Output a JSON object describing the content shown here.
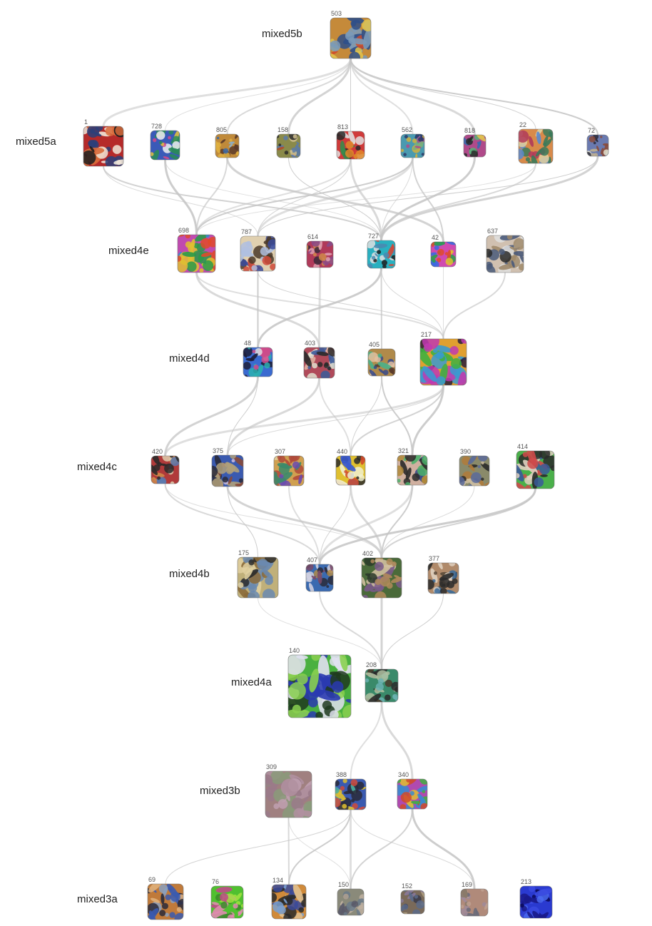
{
  "layers": [
    {
      "name": "mixed5b",
      "units": [
        {
          "id": "503",
          "palette": [
            "#c58a3a",
            "#2e4f8a",
            "#e2c34c",
            "#d04a2a",
            "#7a9ab8"
          ]
        }
      ]
    },
    {
      "name": "mixed5a",
      "units": [
        {
          "id": "1",
          "palette": [
            "#b52a2a",
            "#f0e6d8",
            "#2a3f7a",
            "#1e1e1e",
            "#d86a3a"
          ]
        },
        {
          "id": "728",
          "palette": [
            "#3a5ab8",
            "#e0c040",
            "#d04a8a",
            "#2a8a5a",
            "#f0f0f0"
          ]
        },
        {
          "id": "805",
          "palette": [
            "#c08a3a",
            "#3a6aa8",
            "#e0b040",
            "#5a3a2a",
            "#8ab0d0"
          ]
        },
        {
          "id": "158",
          "palette": [
            "#8a8a4a",
            "#2a2a2a",
            "#d0c090",
            "#5a7aa8",
            "#b04a2a"
          ]
        },
        {
          "id": "813",
          "palette": [
            "#d03a3a",
            "#2a2a2a",
            "#e0e0e0",
            "#3a8a4a",
            "#e08a2a"
          ]
        },
        {
          "id": "562",
          "palette": [
            "#4a9ab0",
            "#d0b040",
            "#2a3a6a",
            "#b04a8a",
            "#7ab07a"
          ]
        },
        {
          "id": "818",
          "palette": [
            "#b04a8a",
            "#3a6ab0",
            "#e0c050",
            "#2a2a2a",
            "#5ab07a"
          ]
        },
        {
          "id": "22",
          "palette": [
            "#d88a4a",
            "#5a8ad0",
            "#e0d0a0",
            "#b03a5a",
            "#3a7a5a"
          ]
        },
        {
          "id": "72",
          "palette": [
            "#6a7ab0",
            "#2a2a3a",
            "#c0b090",
            "#8a4a3a",
            "#e0e0d0"
          ]
        }
      ]
    },
    {
      "name": "mixed4e",
      "units": [
        {
          "id": "698",
          "palette": [
            "#c04ab0",
            "#e0c030",
            "#3a8ad0",
            "#2a9a4a",
            "#e04a2a"
          ]
        },
        {
          "id": "787",
          "palette": [
            "#e0d0b0",
            "#3a4a9a",
            "#d04a3a",
            "#b0c0e0",
            "#4a3a2a"
          ]
        },
        {
          "id": "614",
          "palette": [
            "#b03a5a",
            "#e0a0b0",
            "#3a2a3a",
            "#d08a4a",
            "#8a4a8a"
          ]
        },
        {
          "id": "727",
          "palette": [
            "#2ab0c0",
            "#1e1e1e",
            "#e0e0e0",
            "#d04a3a",
            "#4a8ab0"
          ]
        },
        {
          "id": "42",
          "palette": [
            "#d04ab0",
            "#3a6ae0",
            "#e0c030",
            "#2aa04a",
            "#e04a2a"
          ]
        },
        {
          "id": "637",
          "palette": [
            "#d0c0b0",
            "#4a5a7a",
            "#a08a6a",
            "#2a2a2a",
            "#e0e0e0"
          ]
        }
      ]
    },
    {
      "name": "mixed4d",
      "units": [
        {
          "id": "48",
          "palette": [
            "#3a6ad0",
            "#2ab0b0",
            "#1e1e3a",
            "#e0e0e0",
            "#d04a8a"
          ]
        },
        {
          "id": "403",
          "palette": [
            "#b04a5a",
            "#2a2a2a",
            "#e0b0a0",
            "#3a5a9a",
            "#e0e0d0"
          ]
        },
        {
          "id": "405",
          "palette": [
            "#b08a4a",
            "#5a3a2a",
            "#4ab08a",
            "#e0c0a0",
            "#3a4a8a"
          ]
        },
        {
          "id": "217",
          "palette": [
            "#e0a030",
            "#c03ab0",
            "#3a9ad0",
            "#40b040",
            "#2a1e3a"
          ]
        }
      ]
    },
    {
      "name": "mixed4c",
      "units": [
        {
          "id": "420",
          "palette": [
            "#b03a3a",
            "#e0d0b0",
            "#2a2a2a",
            "#5a7ab0",
            "#d08a4a"
          ]
        },
        {
          "id": "375",
          "palette": [
            "#3a5ab0",
            "#b0a07a",
            "#2a2a3a",
            "#d0c0e0",
            "#8a4a3a"
          ]
        },
        {
          "id": "307",
          "palette": [
            "#d0a050",
            "#6a4ab0",
            "#e0d0a0",
            "#3a8a6a",
            "#b04a3a"
          ]
        },
        {
          "id": "440",
          "palette": [
            "#e0c030",
            "#3a5ad0",
            "#d04a2a",
            "#2a2a2a",
            "#f0f0d0"
          ]
        },
        {
          "id": "321",
          "palette": [
            "#d0b0a0",
            "#3a4a8a",
            "#b08a3a",
            "#4ab06a",
            "#2a2a2a"
          ]
        },
        {
          "id": "390",
          "palette": [
            "#8a8a6a",
            "#2a2a2a",
            "#d0c0a0",
            "#5a6a9a",
            "#b07a3a"
          ]
        },
        {
          "id": "414",
          "palette": [
            "#4ab04a",
            "#2a2a2a",
            "#d04a4a",
            "#e0d0c0",
            "#3a5a9a"
          ]
        }
      ]
    },
    {
      "name": "mixed4b",
      "units": [
        {
          "id": "175",
          "palette": [
            "#c0b07a",
            "#2a2a2a",
            "#6a8ab0",
            "#e0d0a0",
            "#8a6a3a"
          ]
        },
        {
          "id": "407",
          "palette": [
            "#3a6ab0",
            "#b08a4a",
            "#2a2a3a",
            "#d0d0e0",
            "#7a4a6a"
          ]
        },
        {
          "id": "402",
          "palette": [
            "#4a6a3a",
            "#b08a5a",
            "#2a3a2a",
            "#d0c0a0",
            "#7a5a8a"
          ]
        },
        {
          "id": "377",
          "palette": [
            "#b08a6a",
            "#2a2a2a",
            "#e0d0c0",
            "#5a4a3a",
            "#3a6a9a"
          ]
        }
      ]
    },
    {
      "name": "mixed4a",
      "units": [
        {
          "id": "140",
          "palette": [
            "#4ab040",
            "#2a3ab0",
            "#e0e0f0",
            "#1e3a1e",
            "#8ad050"
          ]
        },
        {
          "id": "208",
          "palette": [
            "#3a8a6a",
            "#2a2a2a",
            "#b0c0a0",
            "#6ab0b0",
            "#4a3a2a"
          ]
        }
      ]
    },
    {
      "name": "mixed3b",
      "units": [
        {
          "id": "309",
          "palette": [
            "#a08080",
            "#b090a0",
            "#8a9a7a",
            "#c0a0b0",
            "#9a7a8a"
          ]
        },
        {
          "id": "388",
          "palette": [
            "#3a5ab0",
            "#e0c030",
            "#4ab0a0",
            "#d04a3a",
            "#2a2a3a"
          ]
        },
        {
          "id": "340",
          "palette": [
            "#b04ab0",
            "#e0c030",
            "#3a8ad0",
            "#40b040",
            "#d04a2a"
          ]
        }
      ]
    },
    {
      "name": "mixed3a",
      "units": [
        {
          "id": "69",
          "palette": [
            "#c07a3a",
            "#3a5ab0",
            "#e0b07a",
            "#2a2a3a",
            "#8aa0c0"
          ]
        },
        {
          "id": "76",
          "palette": [
            "#50c030",
            "#c04a8a",
            "#a0e040",
            "#3a8a2a",
            "#e08ab0"
          ]
        },
        {
          "id": "134",
          "palette": [
            "#d08a3a",
            "#3a4a9a",
            "#e0c090",
            "#2a2a2a",
            "#7aa0d0"
          ]
        },
        {
          "id": "150",
          "palette": [
            "#8a8a7a",
            "#b0a090",
            "#5a5a6a",
            "#c0b0a0",
            "#6a7a8a"
          ]
        },
        {
          "id": "152",
          "palette": [
            "#7a6a5a",
            "#5a6a8a",
            "#b0a080",
            "#3a3a4a",
            "#8a7a9a"
          ]
        },
        {
          "id": "169",
          "palette": [
            "#b08a7a",
            "#8a7a6a",
            "#c0a090",
            "#6a6a7a",
            "#a08a9a"
          ]
        },
        {
          "id": "213",
          "palette": [
            "#2a3ad0",
            "#1a1a8a",
            "#4a6af0",
            "#0a0a5a",
            "#3a4ae0"
          ]
        }
      ]
    }
  ],
  "edges": [
    [
      "503",
      "728"
    ],
    [
      "503",
      "805"
    ],
    [
      "503",
      "158"
    ],
    [
      "503",
      "813"
    ],
    [
      "503",
      "562"
    ],
    [
      "503",
      "818"
    ],
    [
      "503",
      "22"
    ],
    [
      "503",
      "72"
    ],
    [
      "503",
      "1"
    ],
    [
      "1",
      "787"
    ],
    [
      "1",
      "727"
    ],
    [
      "728",
      "698"
    ],
    [
      "728",
      "727"
    ],
    [
      "805",
      "698"
    ],
    [
      "805",
      "42"
    ],
    [
      "158",
      "727"
    ],
    [
      "813",
      "698"
    ],
    [
      "813",
      "727"
    ],
    [
      "813",
      "787"
    ],
    [
      "562",
      "698"
    ],
    [
      "562",
      "787"
    ],
    [
      "562",
      "727"
    ],
    [
      "562",
      "42"
    ],
    [
      "818",
      "727"
    ],
    [
      "22",
      "698"
    ],
    [
      "22",
      "727"
    ],
    [
      "72",
      "727"
    ],
    [
      "72",
      "787"
    ],
    [
      "698",
      "217"
    ],
    [
      "698",
      "403"
    ],
    [
      "787",
      "217"
    ],
    [
      "787",
      "48"
    ],
    [
      "614",
      "403"
    ],
    [
      "727",
      "217"
    ],
    [
      "727",
      "405"
    ],
    [
      "727",
      "48"
    ],
    [
      "42",
      "217"
    ],
    [
      "637",
      "217"
    ],
    [
      "48",
      "420"
    ],
    [
      "48",
      "375"
    ],
    [
      "403",
      "440"
    ],
    [
      "403",
      "375"
    ],
    [
      "405",
      "440"
    ],
    [
      "405",
      "321"
    ],
    [
      "217",
      "420"
    ],
    [
      "217",
      "375"
    ],
    [
      "217",
      "440"
    ],
    [
      "217",
      "321"
    ],
    [
      "420",
      "402"
    ],
    [
      "420",
      "407"
    ],
    [
      "375",
      "402"
    ],
    [
      "375",
      "175"
    ],
    [
      "307",
      "407"
    ],
    [
      "440",
      "402"
    ],
    [
      "440",
      "407"
    ],
    [
      "321",
      "402"
    ],
    [
      "321",
      "407"
    ],
    [
      "390",
      "402"
    ],
    [
      "414",
      "402"
    ],
    [
      "414",
      "407"
    ],
    [
      "175",
      "208"
    ],
    [
      "407",
      "208"
    ],
    [
      "402",
      "208"
    ],
    [
      "377",
      "208"
    ],
    [
      "208",
      "388"
    ],
    [
      "208",
      "340"
    ],
    [
      "388",
      "69"
    ],
    [
      "388",
      "134"
    ],
    [
      "388",
      "150"
    ],
    [
      "388",
      "169"
    ],
    [
      "340",
      "150"
    ],
    [
      "340",
      "169"
    ],
    [
      "309",
      "150"
    ],
    [
      "309",
      "134"
    ]
  ]
}
